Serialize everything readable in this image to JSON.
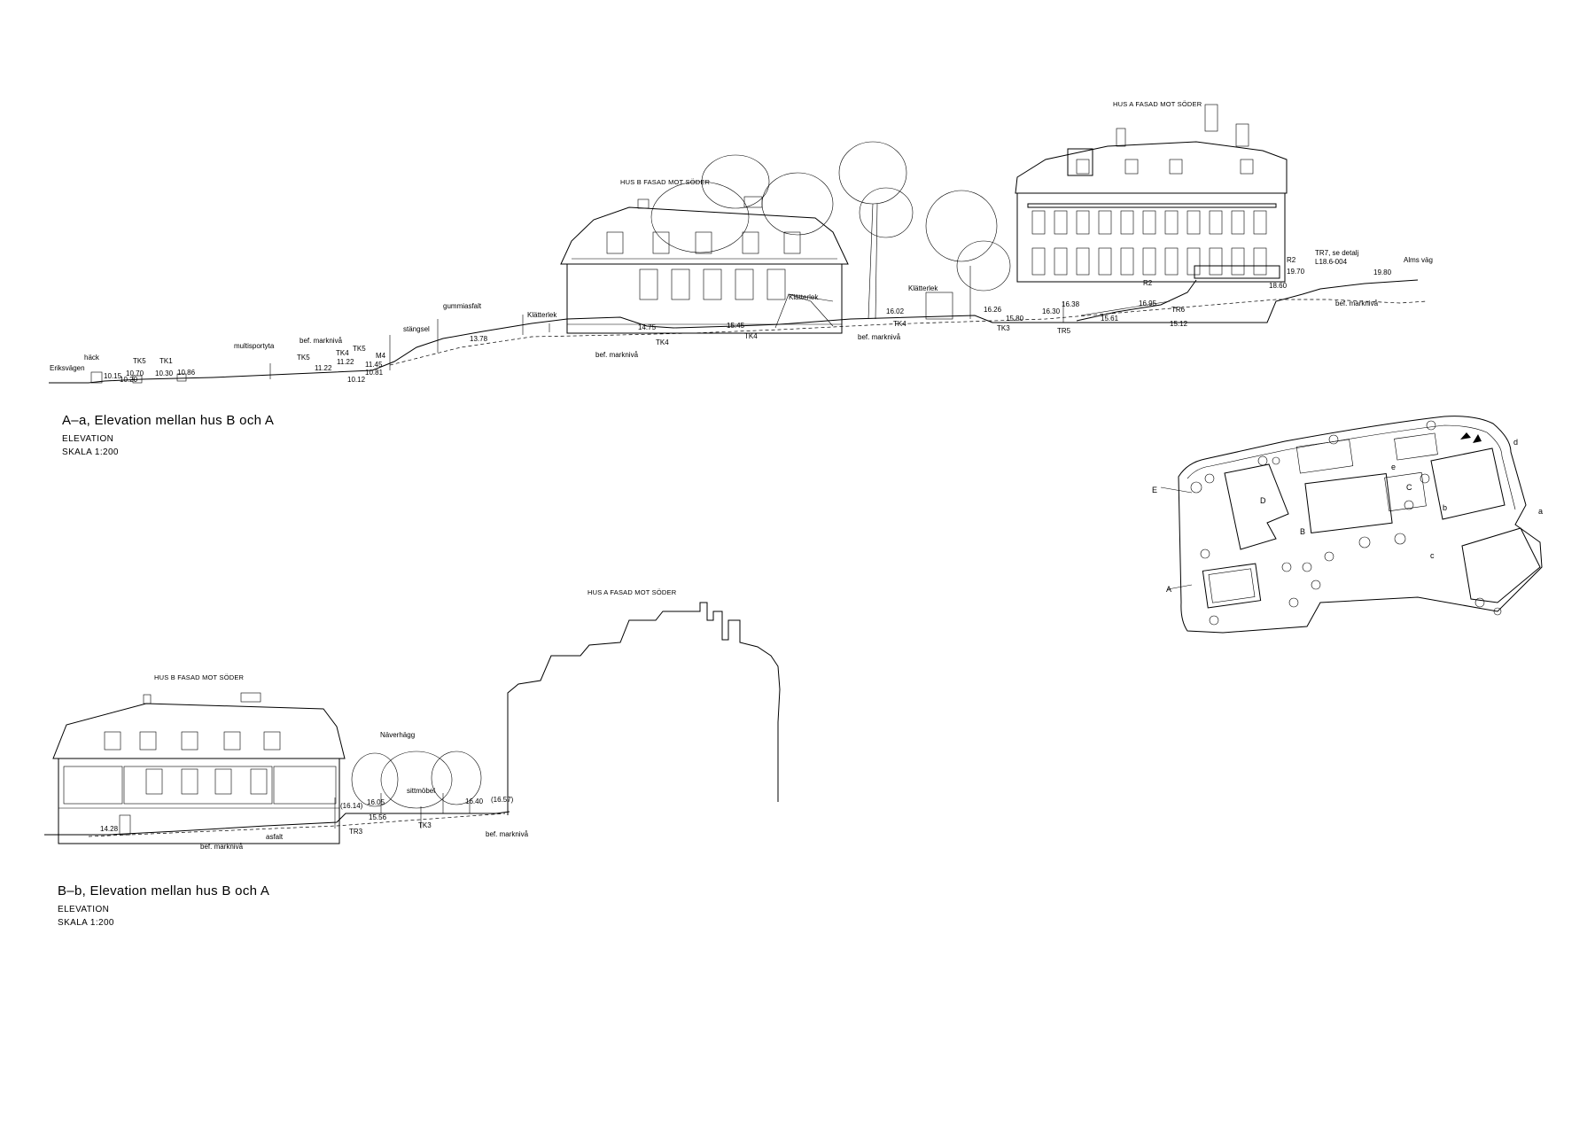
{
  "section_a": {
    "title": "A–a, Elevation mellan hus B och A",
    "type_label": "ELEVATION",
    "scale_label": "SKALA 1:200",
    "house_b_heading": "HUS B FASAD MOT SÖDER",
    "house_a_heading": "HUS A FASAD MOT SÖDER",
    "labels": {
      "eriksvagen": "Eriksvägen",
      "hack": "häck",
      "tk5a": "TK5",
      "tk1": "TK1",
      "multisportyta": "multisportyta",
      "bef_marknivå_1": "bef. marknivå",
      "tk5b": "TK5",
      "tk4a": "TK4",
      "tk5c": "TK5",
      "m4": "M4",
      "stangsel": "stängsel",
      "gummiasfalt": "gummiasfalt",
      "klatterlek_1": "Klätterlek",
      "klatterlek_2": "Klätterlek",
      "klatterlek_3": "Klätterlek",
      "tk4b": "TK4",
      "tk4c": "TK4",
      "tk4d": "TK4",
      "bef_marknivå_2": "bef. marknivå",
      "bef_marknivå_3": "bef. marknivå",
      "tk3": "TK3",
      "tr5": "TR5",
      "tr6": "TR6",
      "r2a": "R2",
      "r2b": "R2",
      "tr7": "TR7, se detalj",
      "l18": "L18.6-004",
      "alms_vag": "Alms väg",
      "bef_marknivå_4": "bef. marknivå"
    },
    "levels": {
      "l1015": "10.15",
      "l1020": "10.20",
      "l1070": "10.70",
      "l1030": "10.30",
      "l1086": "10.86",
      "l1122a": "11.22",
      "l1122b": "11.22",
      "l1145": "11.45",
      "l1081": "10.81",
      "l1012": "10.12",
      "l1378": "13.78",
      "l1475": "14.75",
      "l1545": "15.45",
      "l1602": "16.02",
      "l1626": "16.26",
      "l1580": "15.80",
      "l1630": "16.30",
      "l1638": "16.38",
      "l1561": "15.61",
      "l1612": "15.12",
      "l1695": "16.95",
      "l1860": "18.60",
      "l1970": "19.70",
      "l1980": "19.80"
    }
  },
  "section_b": {
    "title": "B–b, Elevation mellan hus B och A",
    "type_label": "ELEVATION",
    "scale_label": "SKALA 1:200",
    "house_b_heading": "HUS B FASAD MOT SÖDER",
    "house_a_heading": "HUS A FASAD MOT SÖDER",
    "labels": {
      "naverhagg": "Näverhägg",
      "sittmobel": "sittmöbel",
      "tr3": "TR3",
      "tk3": "TK3",
      "asfalt": "asfalt",
      "bef_marknivå_1": "bef. marknivå",
      "bef_marknivå_2": "bef. marknivå"
    },
    "levels": {
      "l1428": "14.28",
      "l1614": "(16.14)",
      "l1605": "16.05",
      "l1556": "15.56",
      "l1640": "16.40",
      "l1657": "(16.57)"
    }
  },
  "key_plan": {
    "letters": {
      "a": "a",
      "d_small": "d",
      "e_cap": "E",
      "a_cap": "A",
      "D": "D",
      "B": "B",
      "C": "C",
      "b_small": "b",
      "c_small": "c",
      "e_small": "e"
    }
  }
}
